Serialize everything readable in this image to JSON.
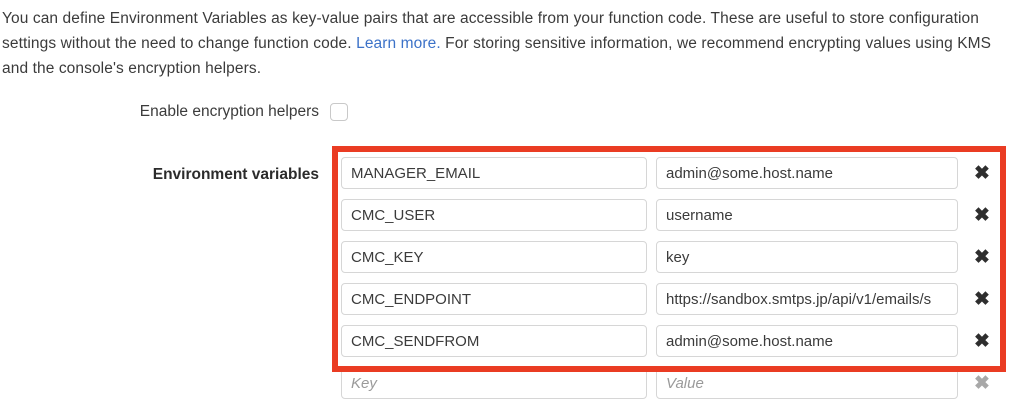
{
  "description": {
    "part1": "You can define Environment Variables as key-value pairs that are accessible from your function code. These are useful to store configuration settings without the need to change function code. ",
    "link_text": "Learn more.",
    "part2": " For storing sensitive information, we recommend encrypting values using KMS and the console's encryption helpers.",
    "link_color": "#3c72c8"
  },
  "encryption": {
    "label": "Enable encryption helpers",
    "checked": false
  },
  "environment": {
    "label": "Environment variables",
    "rows": [
      {
        "key": "MANAGER_EMAIL",
        "value": "admin@some.host.name"
      },
      {
        "key": "CMC_USER",
        "value": "username"
      },
      {
        "key": "CMC_KEY",
        "value": "key"
      },
      {
        "key": "CMC_ENDPOINT",
        "value": "https://sandbox.smtps.jp/api/v1/emails/s"
      },
      {
        "key": "CMC_SENDFROM",
        "value": "admin@some.host.name"
      }
    ],
    "new_row": {
      "key_placeholder": "Key",
      "value_placeholder": "Value"
    },
    "delete_icon": "✖"
  },
  "annotation": {
    "color": "#ea3c23"
  }
}
